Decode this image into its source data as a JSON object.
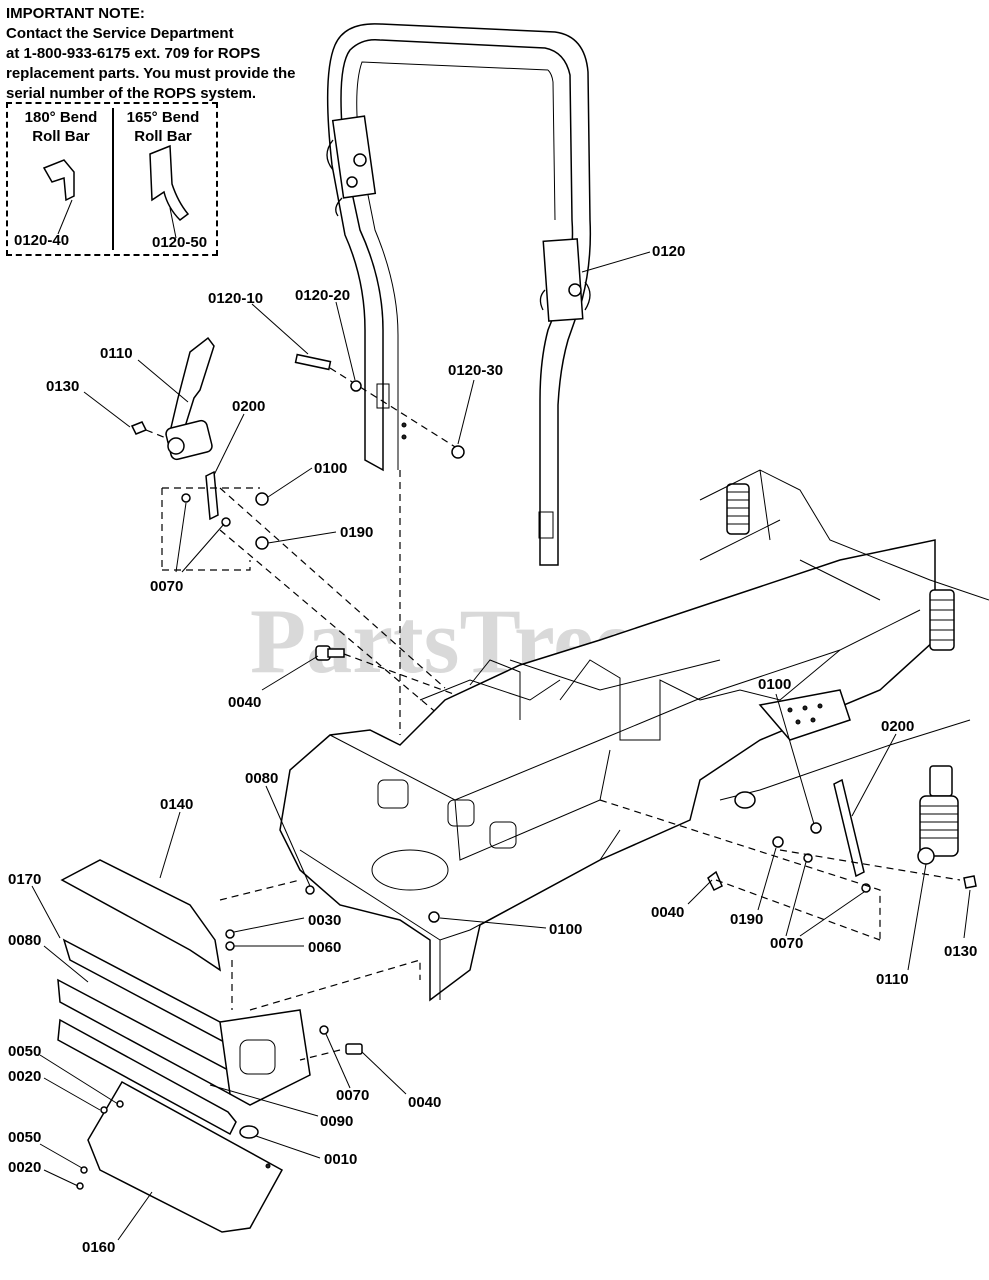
{
  "note": {
    "heading": "IMPORTANT NOTE:",
    "line1": "Contact the Service Department",
    "line2": "at 1-800-933-6175 ext. 709 for ROPS",
    "line3": "replacement parts. You must provide the",
    "line4": "serial number of the ROPS system."
  },
  "roll_bars": [
    {
      "title1": "180° Bend",
      "title2": "Roll Bar",
      "code": "0120-40"
    },
    {
      "title1": "165° Bend",
      "title2": "Roll Bar",
      "code": "0120-50"
    }
  ],
  "watermark": "PartsTree",
  "callouts": {
    "c0120": "0120",
    "c0120_10": "0120-10",
    "c0120_20": "0120-20",
    "c0120_30": "0120-30",
    "c0110_l": "0110",
    "c0130_l": "0130",
    "c0200_l": "0200",
    "c0100_l": "0100",
    "c0190_l": "0190",
    "c0070_l": "0070",
    "c0040_top": "0040",
    "c0080_mid": "0080",
    "c0140": "0140",
    "c0170": "0170",
    "c0080_left": "0080",
    "c0030": "0030",
    "c0060": "0060",
    "c0100_mid": "0100",
    "c0050_a": "0050",
    "c0020_a": "0020",
    "c0050_b": "0050",
    "c0020_b": "0020",
    "c0070_mid": "0070",
    "c0040_mid": "0040",
    "c0090": "0090",
    "c0010": "0010",
    "c0160": "0160",
    "c0100_r": "0100",
    "c0200_r": "0200",
    "c0040_r": "0040",
    "c0190_r": "0190",
    "c0070_r": "0070",
    "c0110_r": "0110",
    "c0130_r": "0130"
  }
}
